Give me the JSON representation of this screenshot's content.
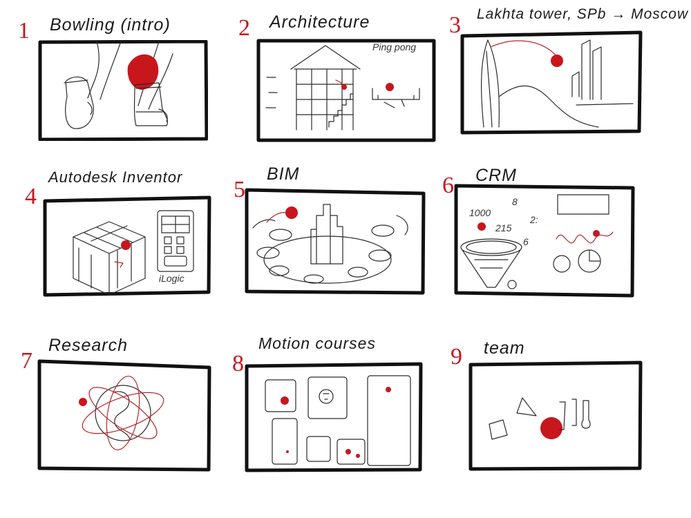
{
  "accent_color": "#c8161d",
  "panels": [
    {
      "number": "1",
      "title": "Bowling (intro)"
    },
    {
      "number": "2",
      "title": "Architecture",
      "note": "Ping pong"
    },
    {
      "number": "3",
      "title": "Lakhta tower, SPb → Moscow"
    },
    {
      "number": "4",
      "title": "Autodesk Inventor",
      "note": "iLogic"
    },
    {
      "number": "5",
      "title": "BIM"
    },
    {
      "number": "6",
      "title": "CRM",
      "notes": [
        "1000",
        "8",
        "2:",
        "215",
        "6"
      ]
    },
    {
      "number": "7",
      "title": "Research"
    },
    {
      "number": "8",
      "title": "Motion courses"
    },
    {
      "number": "9",
      "title": "team"
    }
  ]
}
